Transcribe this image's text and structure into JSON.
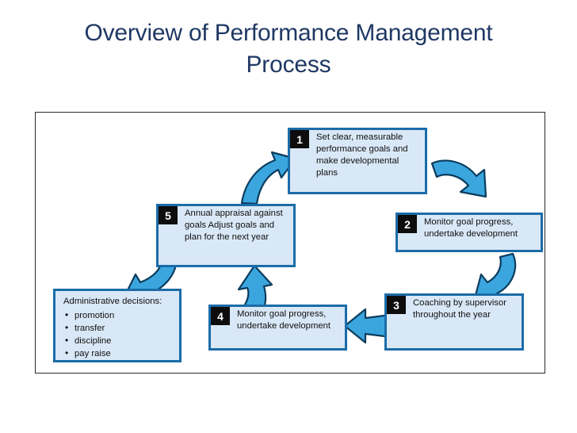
{
  "slide": {
    "title": "Overview of Performance Management Process",
    "title_color": "#1F3864"
  },
  "diagram": {
    "name": "performance-management-cycle",
    "box_fill": "#D9E8F6",
    "box_border": "#1B6CA8",
    "badge_bg": "#0d0d0d",
    "arrow_fill": "#3BA6DE",
    "arrow_stroke": "#0b3c5d",
    "frame_border": "#2b2b2b",
    "steps": [
      {
        "number": "1",
        "text": "Set clear, measurable performance goals and make developmental plans"
      },
      {
        "number": "2",
        "text": "Monitor goal progress, undertake development"
      },
      {
        "number": "3",
        "text": "Coaching by supervisor throughout the year"
      },
      {
        "number": "4",
        "text": "Monitor goal progress, undertake development"
      },
      {
        "number": "5",
        "text": "Annual appraisal against goals Adjust goals and plan for the next year"
      }
    ],
    "admin_box": {
      "heading": "Administrative decisions:",
      "items": [
        "promotion",
        "transfer",
        "discipline",
        "pay raise"
      ]
    },
    "arrows": [
      {
        "name": "arrow-admin-to-step1",
        "direction": "up-right"
      },
      {
        "name": "arrow-step1-to-step2",
        "direction": "down-right"
      },
      {
        "name": "arrow-step2-to-step3",
        "direction": "down-left"
      },
      {
        "name": "arrow-step3-to-step4",
        "direction": "left"
      },
      {
        "name": "arrow-step4-to-step5",
        "direction": "up"
      },
      {
        "name": "arrow-step5-to-admin",
        "direction": "down-left"
      }
    ]
  }
}
